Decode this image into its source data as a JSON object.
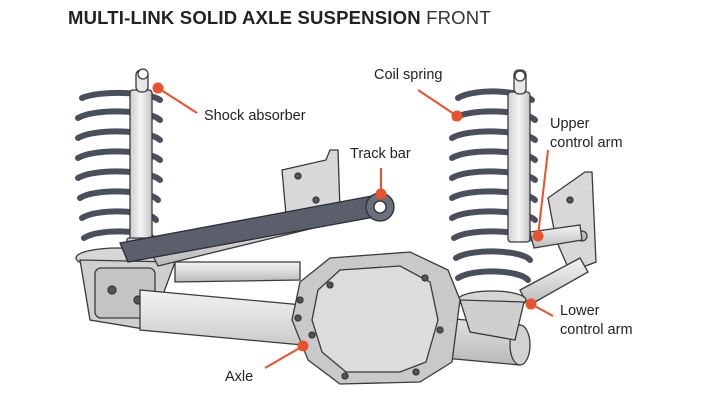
{
  "title": {
    "bold": "MULTI-LINK SOLID AXLE SUSPENSION",
    "light": "FRONT"
  },
  "labels": {
    "shock_absorber": "Shock absorber",
    "coil_spring": "Coil spring",
    "track_bar": "Track bar",
    "upper_control_arm_1": "Upper",
    "upper_control_arm_2": "control arm",
    "lower_control_arm_1": "Lower",
    "lower_control_arm_2": "control arm",
    "axle": "Axle"
  },
  "colors": {
    "callout": "#e8532d",
    "metal_light": "#e2e2e2",
    "metal_mid": "#c9c9c9",
    "metal_dark": "#9a9a9a",
    "spring": "#4a4f5c",
    "outline": "#3a3a3a"
  }
}
